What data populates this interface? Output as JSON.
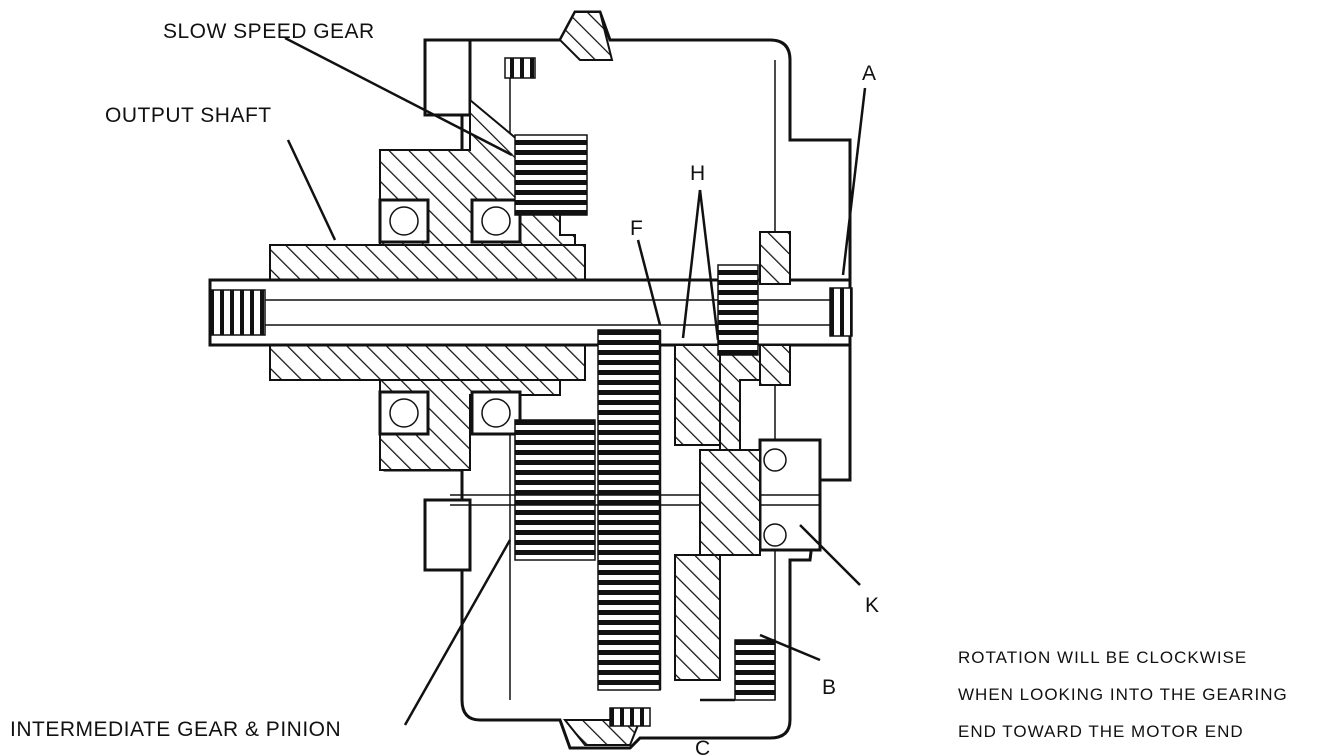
{
  "labels": {
    "slow_speed_gear": "SLOW SPEED GEAR",
    "output_shaft": "OUTPUT SHAFT",
    "intermediate_gear": "INTERMEDIATE GEAR & PINION",
    "a": "A",
    "b": "B",
    "c": "C",
    "f": "F",
    "h": "H",
    "k": "K"
  },
  "note": {
    "line1": "ROTATION WILL BE CLOCKWISE",
    "line2": "WHEN LOOKING INTO THE GEARING",
    "line3": "END TOWARD THE MOTOR END"
  }
}
